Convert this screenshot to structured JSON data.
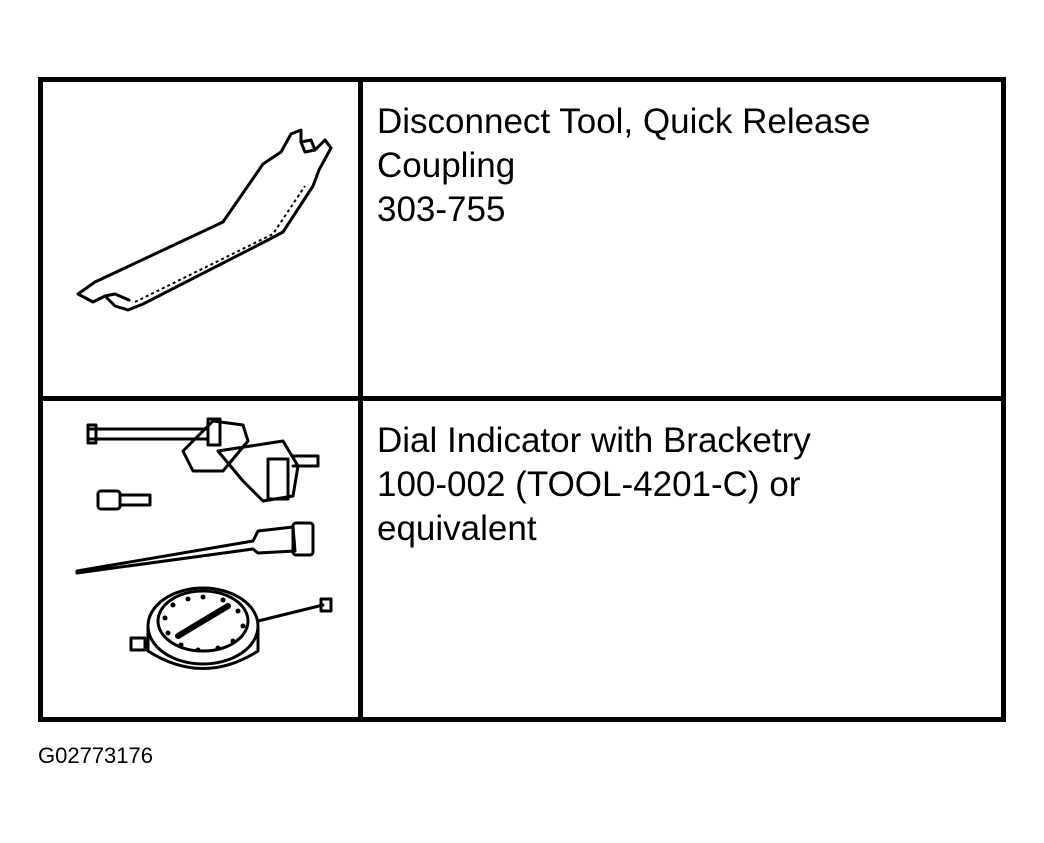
{
  "tools": [
    {
      "name_line1": "Disconnect Tool, Quick Release",
      "name_line2": "Coupling",
      "number": "303-755"
    },
    {
      "name": "Dial Indicator with Bracketry",
      "number": "100-002 (TOOL-4201-C) or",
      "note": "equivalent"
    }
  ],
  "figure_id": "G02773176"
}
